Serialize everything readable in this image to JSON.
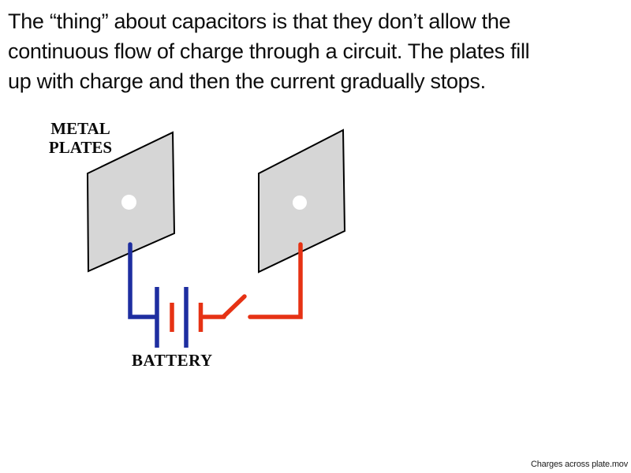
{
  "slide": {
    "text": "The “thing” about capacitors is that they don’t allow the\ncontinuous flow of charge through a circuit. The plates fill\nup with charge and then the current gradually stops."
  },
  "diagram": {
    "plates_label": "METAL\nPLATES",
    "battery_label": "BATTERY",
    "switch_state": "open"
  },
  "colors": {
    "wire_blue": "#1e2ea0",
    "wire_red": "#e63214",
    "plate_fill": "#d6d6d6",
    "plate_outline": "#000000"
  },
  "footer": {
    "filename": "Charges across plate.mov"
  }
}
